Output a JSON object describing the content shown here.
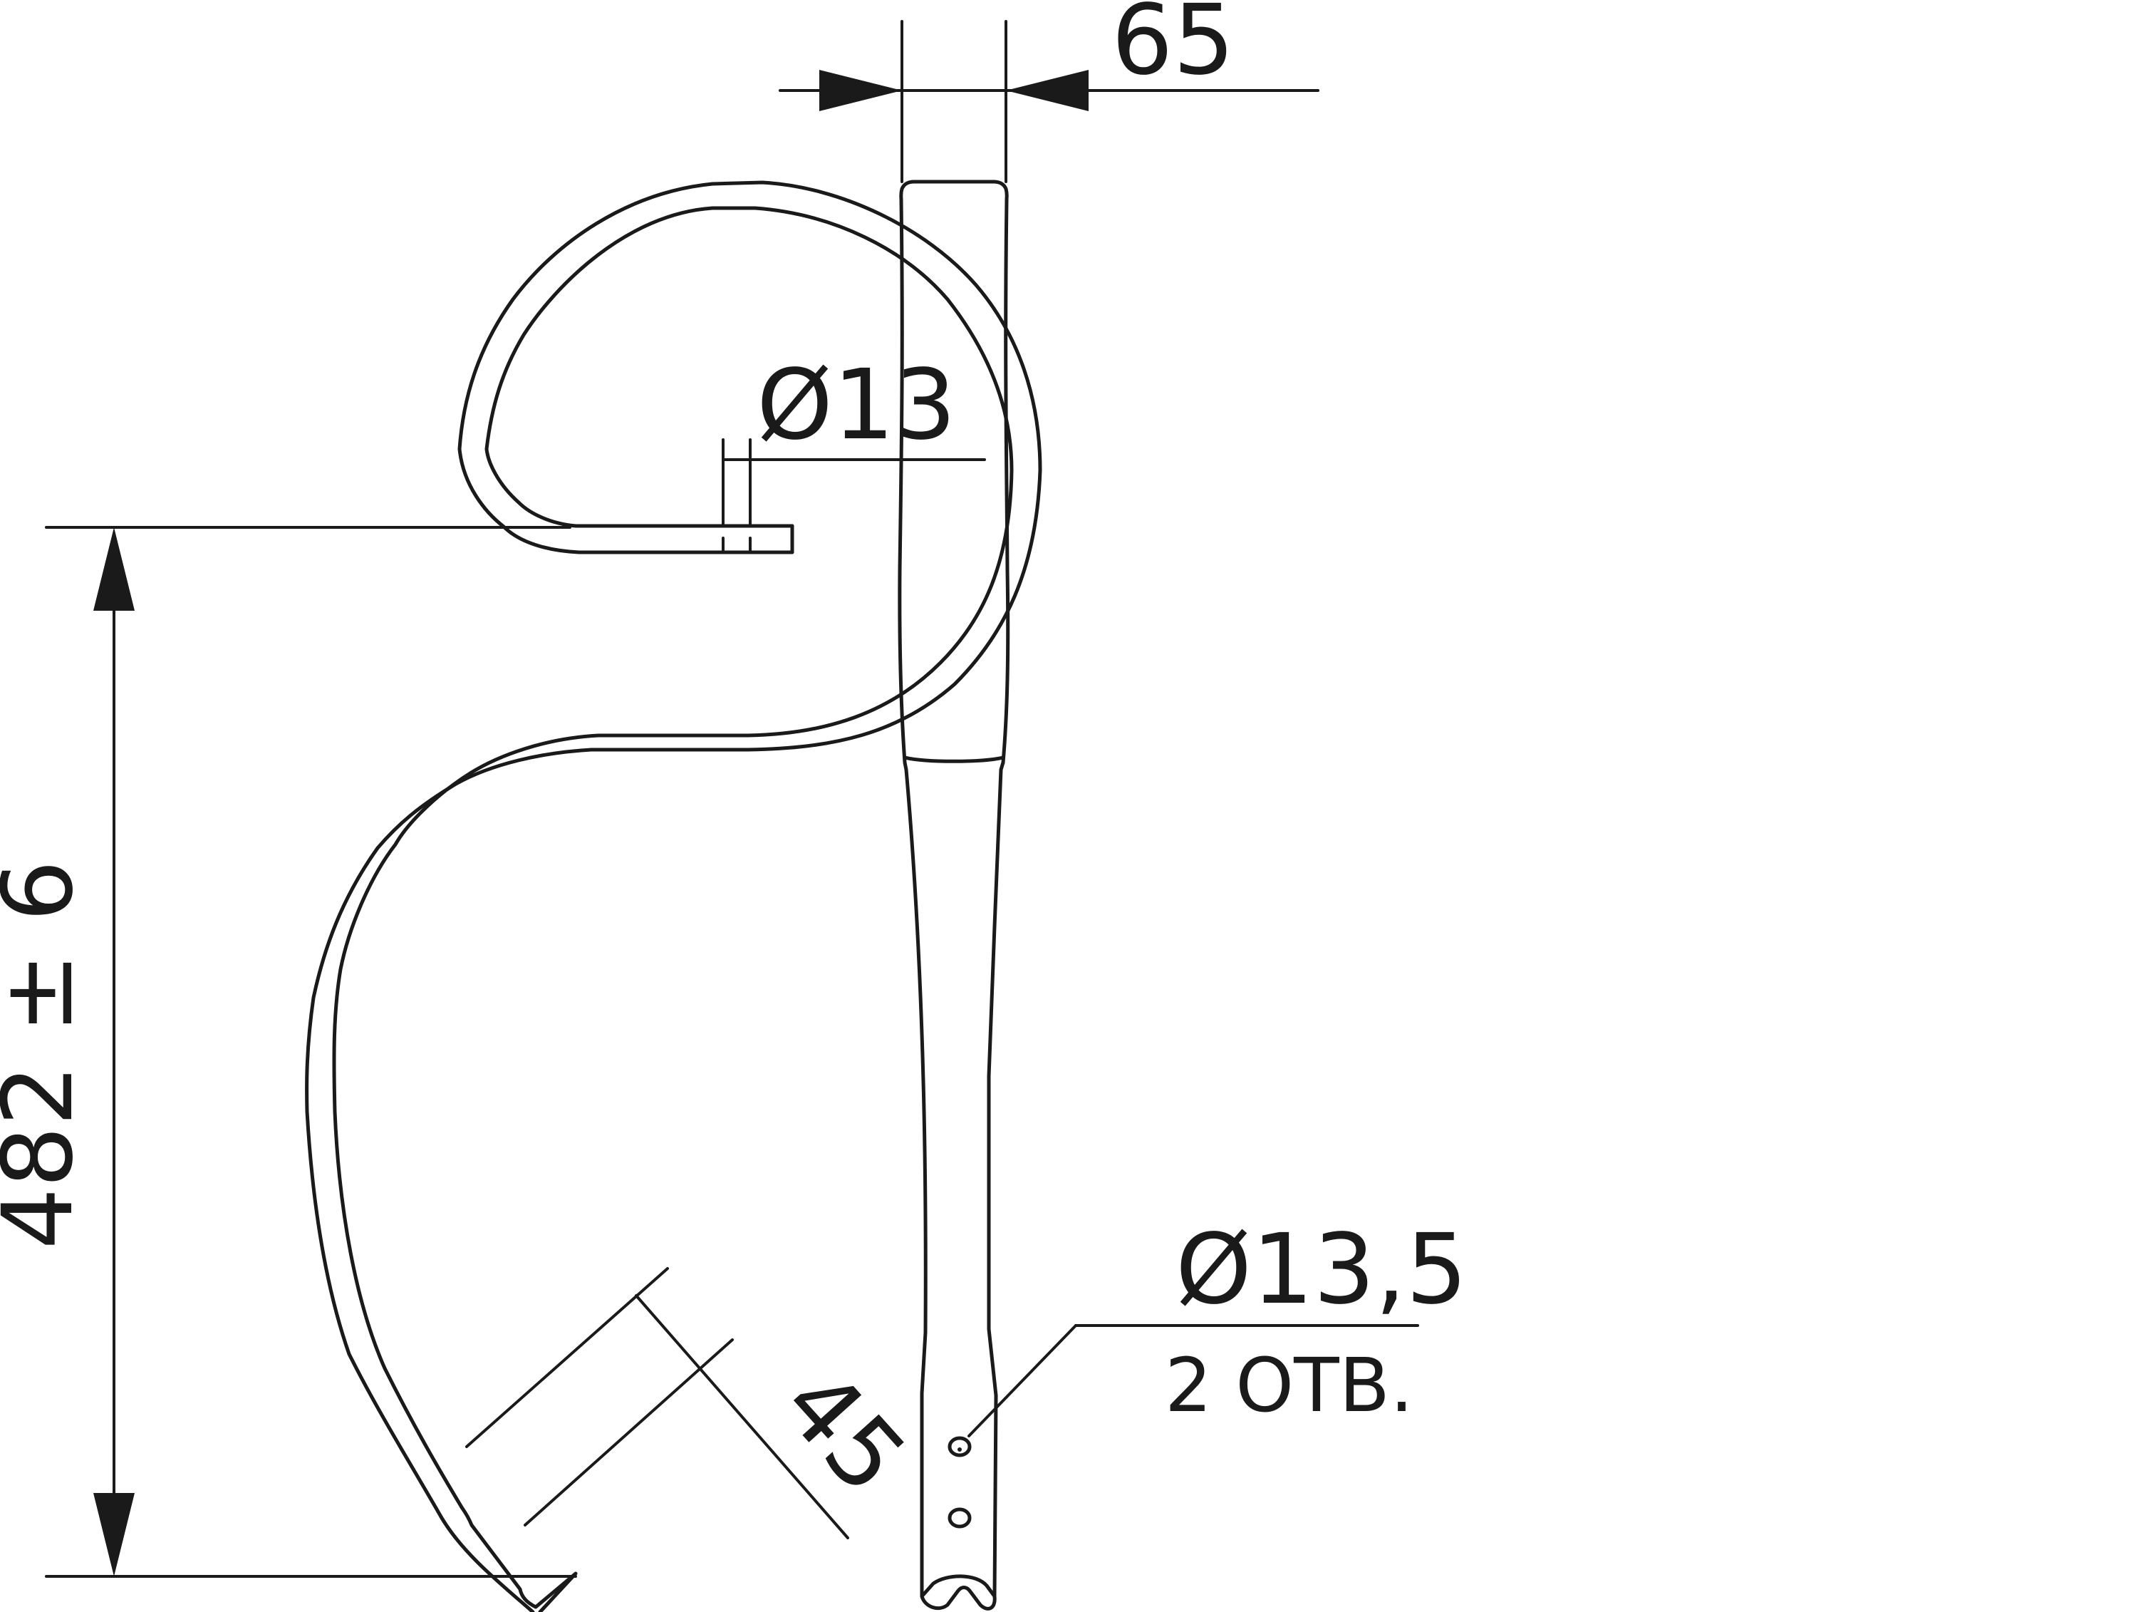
{
  "dimensions": {
    "height": "482 ± 6",
    "hole_diameter": "Ø13",
    "angle": "45",
    "width": "65",
    "mount_hole_diameter": "Ø13,5",
    "mount_hole_count": "2 ОТВ."
  }
}
